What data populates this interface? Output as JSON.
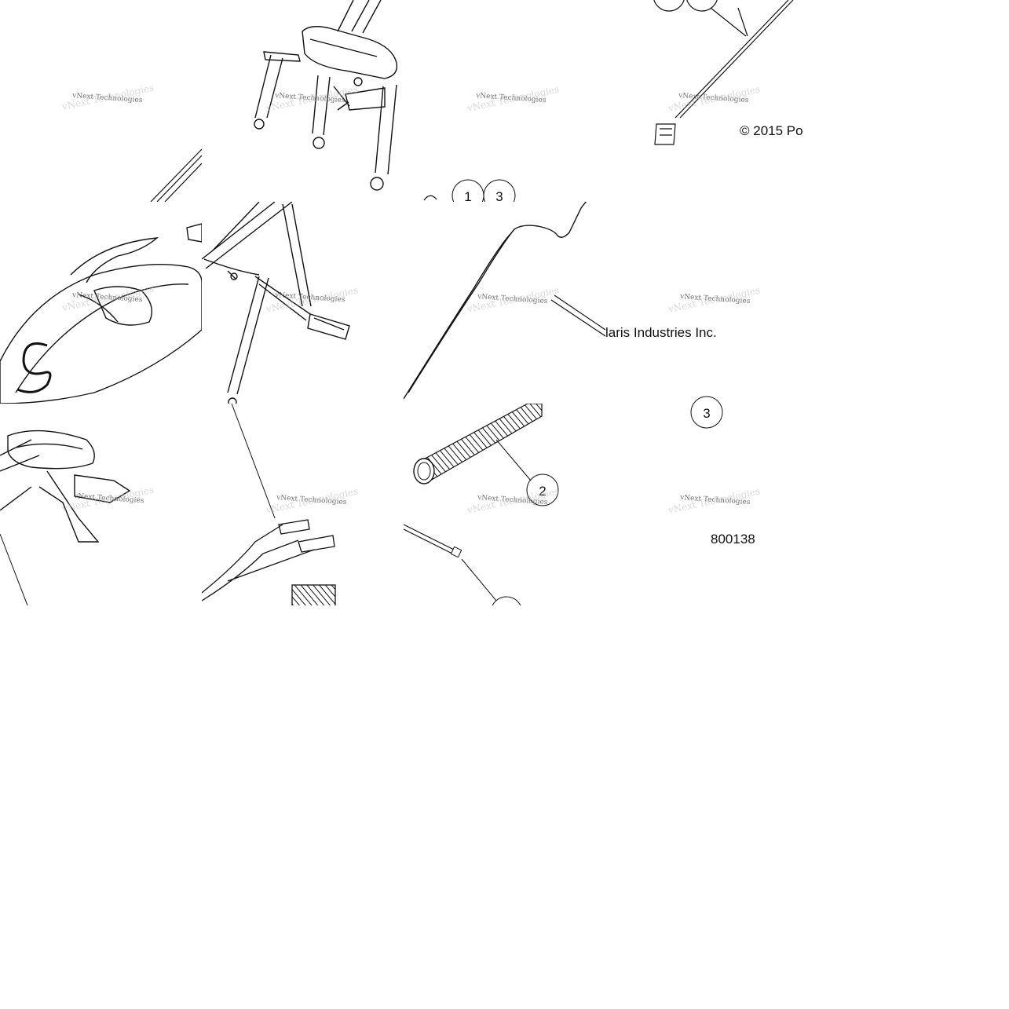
{
  "watermark": "vNext Technologies",
  "copyright_fragment_1": "© 2015 Po",
  "copyright_fragment_2": "laris Industries Inc.",
  "diagram_number": "800138",
  "callouts": {
    "c1": "1",
    "c3a": "3",
    "c2": "2",
    "c3b": "3"
  }
}
